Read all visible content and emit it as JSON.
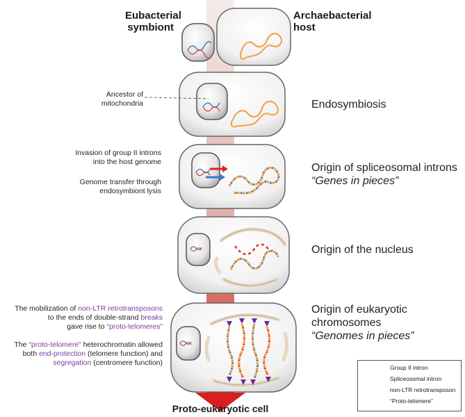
{
  "headers": {
    "symbiont": [
      "Eubacterial",
      "symbiont"
    ],
    "host": [
      "Archaebacterial",
      "host"
    ]
  },
  "stages": [
    {
      "title": "Endosymbiosis",
      "subtitle": ""
    },
    {
      "title": "Origin of spliceosomal introns",
      "subtitle": "“Genes in pieces”"
    },
    {
      "title": "Origin of the nucleus",
      "subtitle": ""
    },
    {
      "title": "Origin of eukaryotic chromosomes",
      "subtitle": "“Genomes in pieces”"
    }
  ],
  "notes": {
    "ancestor": [
      "Ancestor of",
      "mitochondria"
    ],
    "invasion": [
      "Invasion of group II introns",
      "into the host genome"
    ],
    "transfer": [
      "Genome transfer through",
      "endosymbiont lysis"
    ],
    "mobilization": {
      "l1a": "The mobilization of ",
      "l1b": "non-LTR retrotransposons",
      "l2": "to the ends of double-strand ",
      "l2b": "breaks",
      "l3a": "gave rise to ",
      "l3b": "“proto-telomeres”"
    },
    "protelomere": {
      "l1a": "The ",
      "l1b": "“proto-telomere”",
      "l1c": " heterochromatin allowed",
      "l2a": "both ",
      "l2b": "end-protection",
      "l2c": " (telomere function) and",
      "l3a": "segregation",
      "l3b": " (centromere function)"
    }
  },
  "legend": [
    {
      "icon": "red-triangle-icon",
      "label": "Group II intron",
      "color": "#e02020"
    },
    {
      "icon": "red-square-icon",
      "label": "Spliceosomal intron",
      "color": "#e02020"
    },
    {
      "icon": "purple-triangle-icon",
      "label": "non-LTR retrotransposon",
      "color": "#6a2a9a"
    },
    {
      "icon": "purple-chevrons-icon",
      "label": "“Proto-telomere”",
      "color": "#6a2a9a"
    }
  ],
  "footer": "Proto-eukaryotic cell",
  "colors": {
    "arrow_top": "#f1e5e3",
    "arrow_bottom": "#d81e1e",
    "dna_orange": "#f0a040",
    "dna_blue": "#3a7ac8",
    "dna_red": "#e03030",
    "purple": "#7a3aa0"
  }
}
